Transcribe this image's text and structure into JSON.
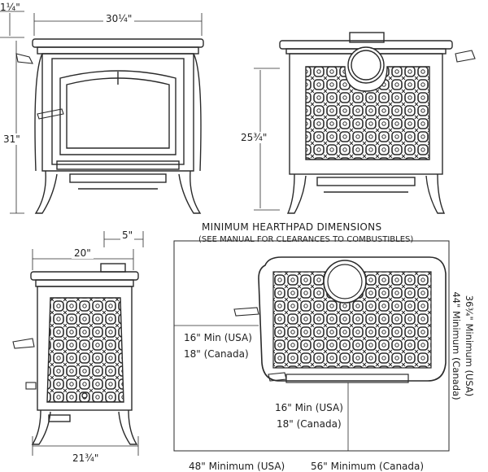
{
  "front_view": {
    "width_label": "30¼\"",
    "height_label": "31\"",
    "top_offset_label": "1¼\""
  },
  "back_view": {
    "height_label": "25¾\""
  },
  "side_view": {
    "depth_label": "20\"",
    "flue_offset_label": "5\"",
    "total_depth_label": "21¾\""
  },
  "hearthpad": {
    "title": "MINIMUM HEARTHPAD DIMENSIONS",
    "subtitle": "(SEE MANUAL FOR CLEARANCES TO COMBUSTIBLES)",
    "left_clearance_usa": "16\" Min (USA)",
    "left_clearance_canada": "18\" (Canada)",
    "front_clearance_usa": "16\" Min (USA)",
    "front_clearance_canada": "18\" (Canada)",
    "width_usa": "48\" Minimum (USA)",
    "width_canada": "56\" Minimum (Canada)",
    "depth_usa": "36¾\" Minimum (USA)",
    "depth_canada": "44\" Minimum (Canada)"
  },
  "colors": {
    "line": "#2a2a2a",
    "background": "#ffffff"
  }
}
